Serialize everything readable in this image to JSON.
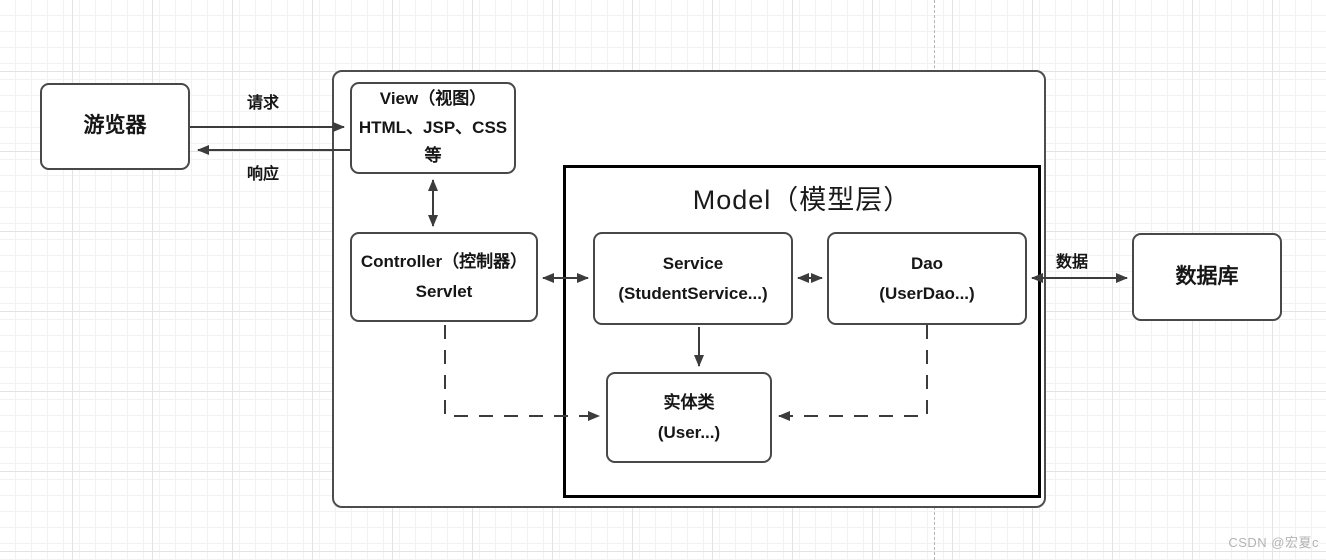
{
  "diagram": {
    "watermark": "CSDN @宏夏c",
    "colors": {
      "node_border": "#484848",
      "model_border": "#000000",
      "arrow": "#3c3c3c",
      "grid_minor": "#f2f2f2",
      "grid_major": "#e3e3e3",
      "pagebreak_line": "#b5b5b5",
      "watermark_text": "#b3b3b3"
    }
  },
  "nodes": {
    "browser": {
      "label": "游览器"
    },
    "view": {
      "lines": [
        "View（视图）",
        "HTML、JSP、CSS",
        "等"
      ]
    },
    "controller": {
      "lines": [
        "Controller（控制器）",
        "Servlet"
      ]
    },
    "model_title": "Model（模型层）",
    "service": {
      "lines": [
        "Service",
        "(StudentService...)"
      ]
    },
    "dao": {
      "lines": [
        "Dao",
        "(UserDao...)"
      ]
    },
    "entity": {
      "lines": [
        "实体类",
        "(User...)"
      ]
    },
    "database": {
      "label": "数据库"
    }
  },
  "edge_labels": {
    "request": "请求",
    "response": "响应",
    "data": "数据"
  }
}
